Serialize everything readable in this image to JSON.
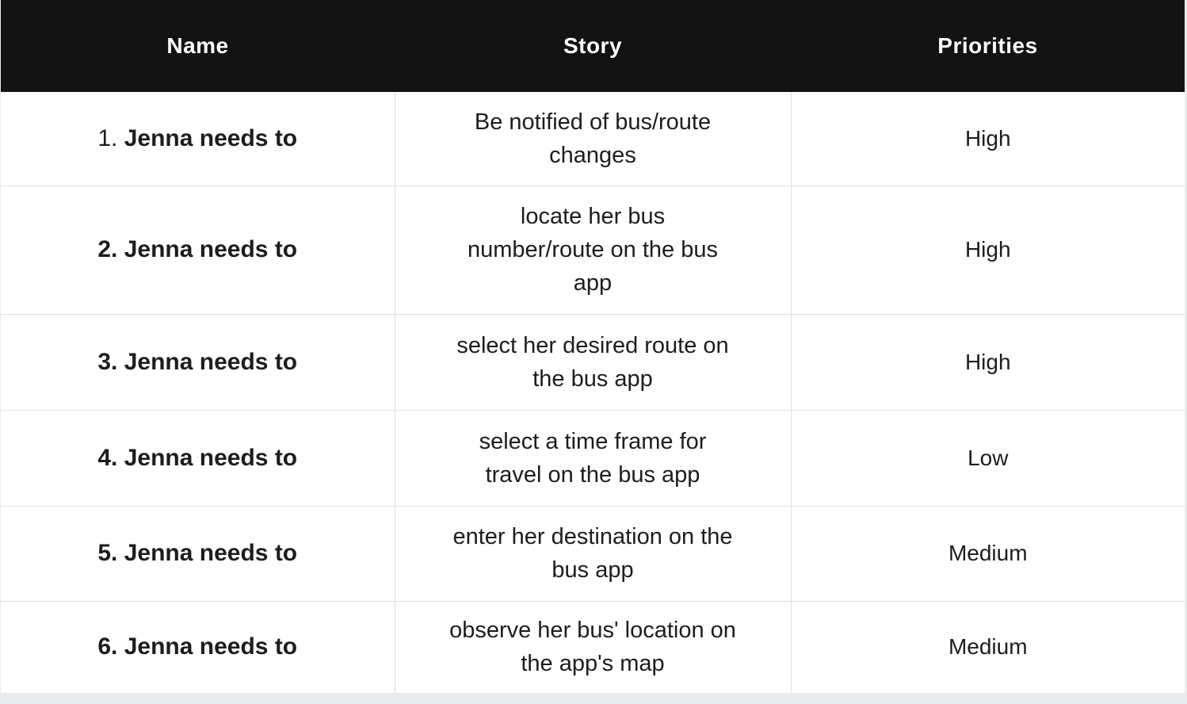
{
  "table": {
    "columns": [
      {
        "label": "Name"
      },
      {
        "label": "Story"
      },
      {
        "label": "Priorities"
      }
    ],
    "rows": [
      {
        "name_number": "1.",
        "name_text": "Jenna needs to",
        "story": "Be notified of bus/route\nchanges",
        "priority": "High"
      },
      {
        "name_number": "2.",
        "name_text": "Jenna needs to",
        "story": "locate her bus\nnumber/route on the bus\napp",
        "priority": "High"
      },
      {
        "name_number": "3.",
        "name_text": "Jenna needs to",
        "story": "select her desired route on\nthe bus app",
        "priority": "High"
      },
      {
        "name_number": "4.",
        "name_text": "Jenna needs to",
        "story": "select a time frame for\ntravel on the bus app",
        "priority": "Low"
      },
      {
        "name_number": "5.",
        "name_text": "Jenna needs to",
        "story": "enter her destination on the\nbus app",
        "priority": "Medium"
      },
      {
        "name_number": "6.",
        "name_text": "Jenna needs to",
        "story": "observe her bus' location on\nthe app's map",
        "priority": "Medium"
      }
    ],
    "colors": {
      "header_bg": "#131313",
      "header_text": "#ffffff",
      "body_text": "#1d1d1f",
      "divider": "#e0e0e0",
      "page_bg": "#e9ebec"
    }
  }
}
